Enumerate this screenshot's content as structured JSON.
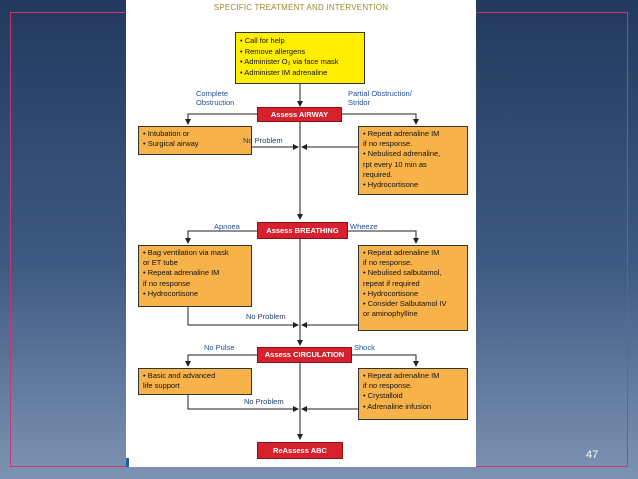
{
  "slide": {
    "page_number": "47"
  },
  "flowchart": {
    "title": "SPECIFIC TREATMENT AND INTERVENTION",
    "initial_steps": [
      "• Call for help",
      "• Remove allergens",
      "• Administer O₂ via face mask",
      "• Administer IM adrenaline"
    ],
    "airway": {
      "assess_label": "Assess AIRWAY",
      "left_condition": [
        "Complete",
        "Obstruction"
      ],
      "right_condition": [
        "Partial Obstruction/",
        "Stridor"
      ],
      "left_actions": [
        "• Intubation or",
        "• Surgical airway"
      ],
      "no_problem_label": "No Problem",
      "right_actions": [
        "• Repeat adrenaline IM",
        "   if no response.",
        "• Nebulised adrenaline,",
        "   rpt every 10 min as",
        "   required.",
        "• Hydrocortisone"
      ]
    },
    "breathing": {
      "assess_label": "Assess BREATHING",
      "left_condition": "Apnoea",
      "right_condition": "Wheeze",
      "left_actions": [
        "• Bag ventilation via mask",
        "   or ET tube",
        "• Repeat adrenaline IM",
        "   if no response",
        "• Hydrocortisone"
      ],
      "no_problem_label": "No Problem",
      "right_actions": [
        "• Repeat adrenaline IM",
        "   if no response.",
        "• Nebulised salbutamol,",
        "   repeat if required",
        "• Hydrocortisone",
        "• Consider Salbutamol IV",
        "   or aminophylline"
      ]
    },
    "circulation": {
      "assess_label": "Assess CIRCULATION",
      "left_condition": "No Pulse",
      "right_condition": "Shock",
      "left_actions": [
        "• Basic and advanced",
        "   life support"
      ],
      "no_problem_label": "No Problem",
      "right_actions": [
        "• Repeat adrenaline IM",
        "   if no response.",
        "• Crystalloid",
        "• Adrenaline infusion"
      ]
    },
    "reassess_label": "ReAssess ABC"
  },
  "colors": {
    "initial_box": "#ffee00",
    "action_box": "#f7b24a",
    "assess_box": "#d6202e",
    "condition_text": "#1f4e96",
    "frame": "#d0307a"
  }
}
